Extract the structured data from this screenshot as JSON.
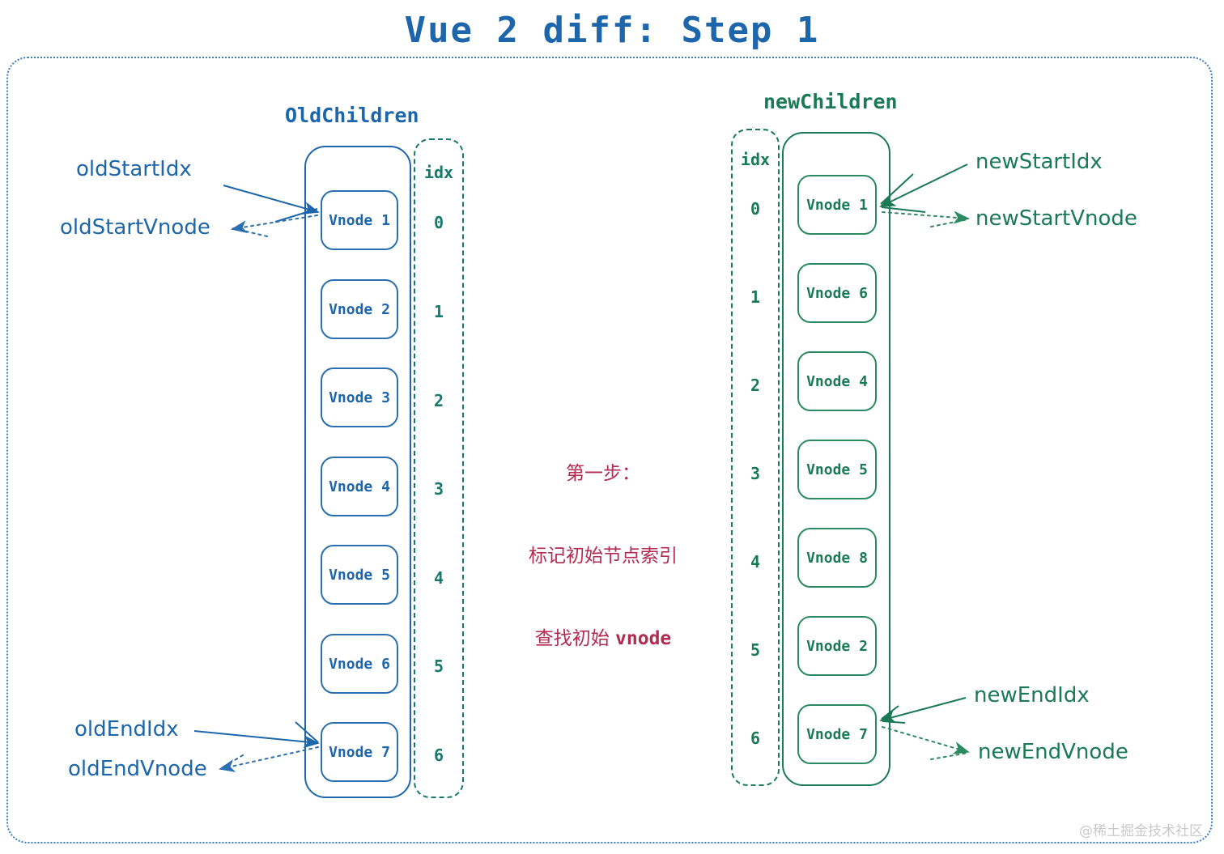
{
  "title": "Vue 2 diff: Step 1",
  "colors": {
    "blue": "#1d66ab",
    "green": "#1a7a55",
    "teal": "#16796c",
    "crimson": "#b32a52",
    "watermark": "#c9c9c9"
  },
  "old_column": {
    "heading": "OldChildren",
    "idx_header": "idx",
    "items": [
      {
        "label": "Vnode 1",
        "idx": "0"
      },
      {
        "label": "Vnode 2",
        "idx": "1"
      },
      {
        "label": "Vnode 3",
        "idx": "2"
      },
      {
        "label": "Vnode 4",
        "idx": "3"
      },
      {
        "label": "Vnode 5",
        "idx": "4"
      },
      {
        "label": "Vnode 6",
        "idx": "5"
      },
      {
        "label": "Vnode 7",
        "idx": "6"
      }
    ]
  },
  "new_column": {
    "heading": "newChildren",
    "idx_header": "idx",
    "items": [
      {
        "label": "Vnode 1",
        "idx": "0"
      },
      {
        "label": "Vnode 6",
        "idx": "1"
      },
      {
        "label": "Vnode 4",
        "idx": "2"
      },
      {
        "label": "Vnode 5",
        "idx": "3"
      },
      {
        "label": "Vnode 8",
        "idx": "4"
      },
      {
        "label": "Vnode 2",
        "idx": "5"
      },
      {
        "label": "Vnode 7",
        "idx": "6"
      }
    ]
  },
  "callouts": {
    "old_start_idx": "oldStartIdx",
    "old_start_vnode": "oldStartVnode",
    "old_end_idx": "oldEndIdx",
    "old_end_vnode": "oldEndVnode",
    "new_start_idx": "newStartIdx",
    "new_start_vnode": "newStartVnode",
    "new_end_idx": "newEndIdx",
    "new_end_vnode": "newEndVnode"
  },
  "center_note": {
    "line1": "第一步：",
    "line2": "标记初始节点索引",
    "line3_prefix": "查找初始 ",
    "line3_mono": "vnode"
  },
  "watermark": "@稀土掘金技术社区"
}
